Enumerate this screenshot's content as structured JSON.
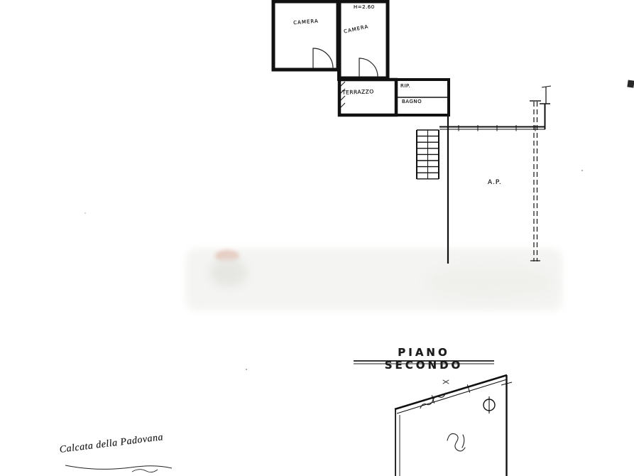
{
  "sheet": {
    "paper_color": "#ffffff",
    "ink_color": "#141414",
    "smudge_color": "#daa28e"
  },
  "title": {
    "text": "PIANO SECONDO"
  },
  "plan_labels": {
    "camera_left": "CAMERA",
    "camera_right": "CAMERA",
    "height_note": "H=2.60",
    "terrazzo": "TERRAZZO",
    "rip": "RIP.",
    "bagno": "BAGNO",
    "ap": "A.P."
  },
  "street_label": {
    "text": "Calcata della Padovana"
  }
}
